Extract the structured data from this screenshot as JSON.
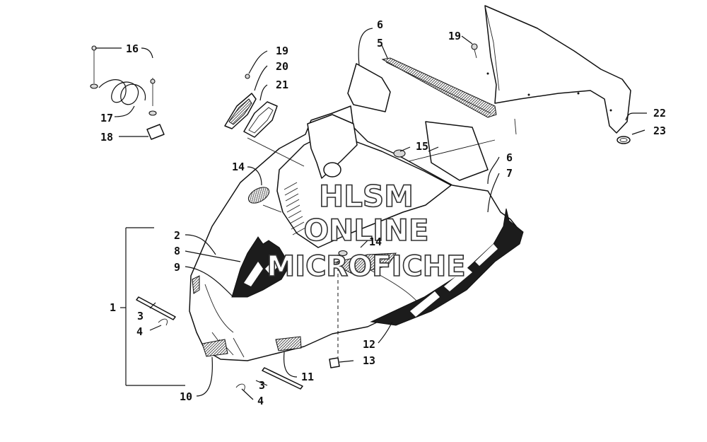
{
  "diagram": {
    "labels": {
      "l1": "1",
      "l2": "2",
      "l3a": "3",
      "l3b": "3",
      "l4a": "4",
      "l4b": "4",
      "l5": "5",
      "l6a": "6",
      "l6b": "6",
      "l7": "7",
      "l8": "8",
      "l9": "9",
      "l10": "10",
      "l11": "11",
      "l12": "12",
      "l13": "13",
      "l14a": "14",
      "l14b": "14",
      "l15": "15",
      "l16": "16",
      "l17": "17",
      "l18": "18",
      "l19a": "19",
      "l19b": "19",
      "l20": "20",
      "l21": "21",
      "l22": "22",
      "l23": "23"
    },
    "watermark": {
      "line1": "HLSM",
      "line2": "ONLINE",
      "line3": "MICROFICHE"
    }
  },
  "colors": {
    "ink": "#111111",
    "paper": "#ffffff",
    "decal": "#1c1c1c"
  }
}
